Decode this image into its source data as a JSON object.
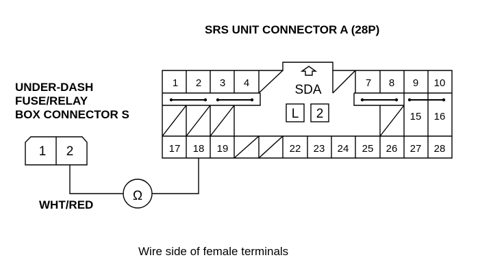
{
  "srs_connector": {
    "title": "SRS UNIT CONNECTOR A (28P)",
    "sda_label": "SDA",
    "indicator_l": "L",
    "indicator_2": "2",
    "pins_top": [
      "1",
      "2",
      "3",
      "4",
      "7",
      "8",
      "9",
      "10"
    ],
    "pins_mid": [
      "15",
      "16"
    ],
    "pins_bottom": [
      "17",
      "18",
      "19",
      "22",
      "23",
      "24",
      "25",
      "26",
      "27",
      "28"
    ]
  },
  "fuse_box": {
    "title_line1": "UNDER-DASH",
    "title_line2": "FUSE/RELAY",
    "title_line3": "BOX CONNECTOR S",
    "pin1": "1",
    "pin2": "2"
  },
  "wire_color": "WHT/RED",
  "ohm_symbol": "Ω",
  "caption": "Wire side of female terminals"
}
